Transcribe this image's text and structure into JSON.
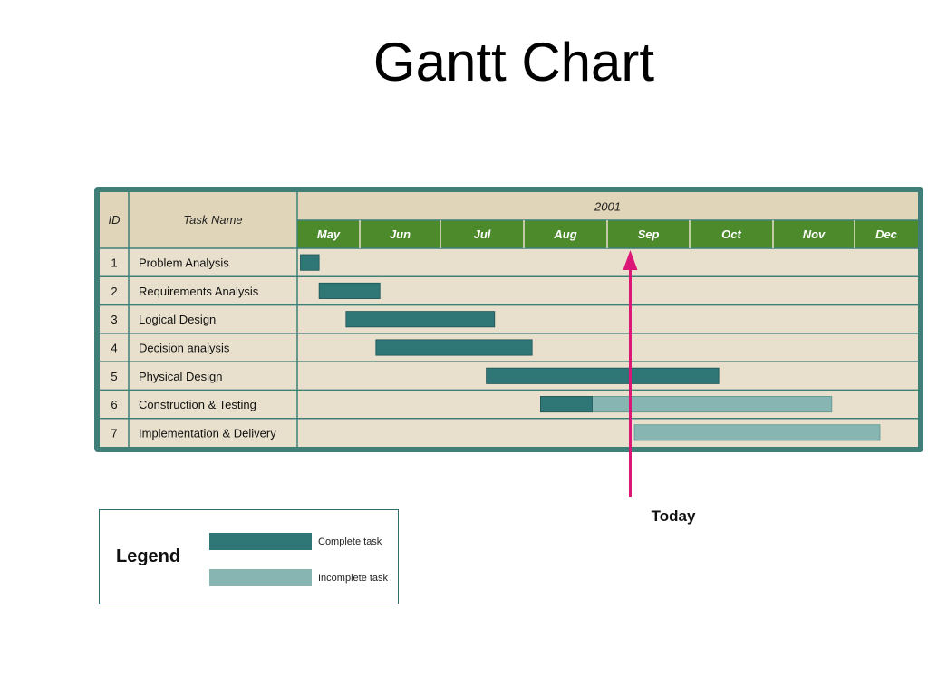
{
  "title": "Gantt Chart",
  "chart_data": {
    "type": "gantt",
    "year": "2001",
    "headers": {
      "id": "ID",
      "task": "Task Name"
    },
    "months": [
      "May",
      "Jun",
      "Jul",
      "Aug",
      "Sep",
      "Oct",
      "Nov",
      "Dec"
    ],
    "tasks": [
      {
        "id": "1",
        "name": "Problem Analysis",
        "start": 0.05,
        "end": 0.35,
        "complete_until": 0.35
      },
      {
        "id": "2",
        "name": "Requirements Analysis",
        "start": 0.35,
        "end": 1.25,
        "complete_until": 1.25
      },
      {
        "id": "3",
        "name": "Logical Design",
        "start": 0.78,
        "end": 2.65,
        "complete_until": 2.65
      },
      {
        "id": "4",
        "name": "Decision analysis",
        "start": 1.2,
        "end": 3.1,
        "complete_until": 3.1
      },
      {
        "id": "5",
        "name": "Physical Design",
        "start": 2.55,
        "end": 5.35,
        "complete_until": 5.35
      },
      {
        "id": "6",
        "name": "Construction & Testing",
        "start": 3.2,
        "end": 6.72,
        "complete_until": 3.82
      },
      {
        "id": "7",
        "name": "Implementation & Delivery",
        "start": 4.33,
        "end": 7.4,
        "complete_until": 4.33
      }
    ],
    "today": 4.28,
    "today_label": "Today",
    "legend": {
      "title": "Legend",
      "complete": "Complete task",
      "incomplete": "Incomplete task"
    },
    "colors": {
      "complete": "#2f7677",
      "incomplete": "#87b6b2",
      "month_header": "#4c8a2c",
      "grid_bg": "#e8e0cc",
      "frame": "#3f7f78",
      "today_marker": "#dc1676"
    }
  }
}
